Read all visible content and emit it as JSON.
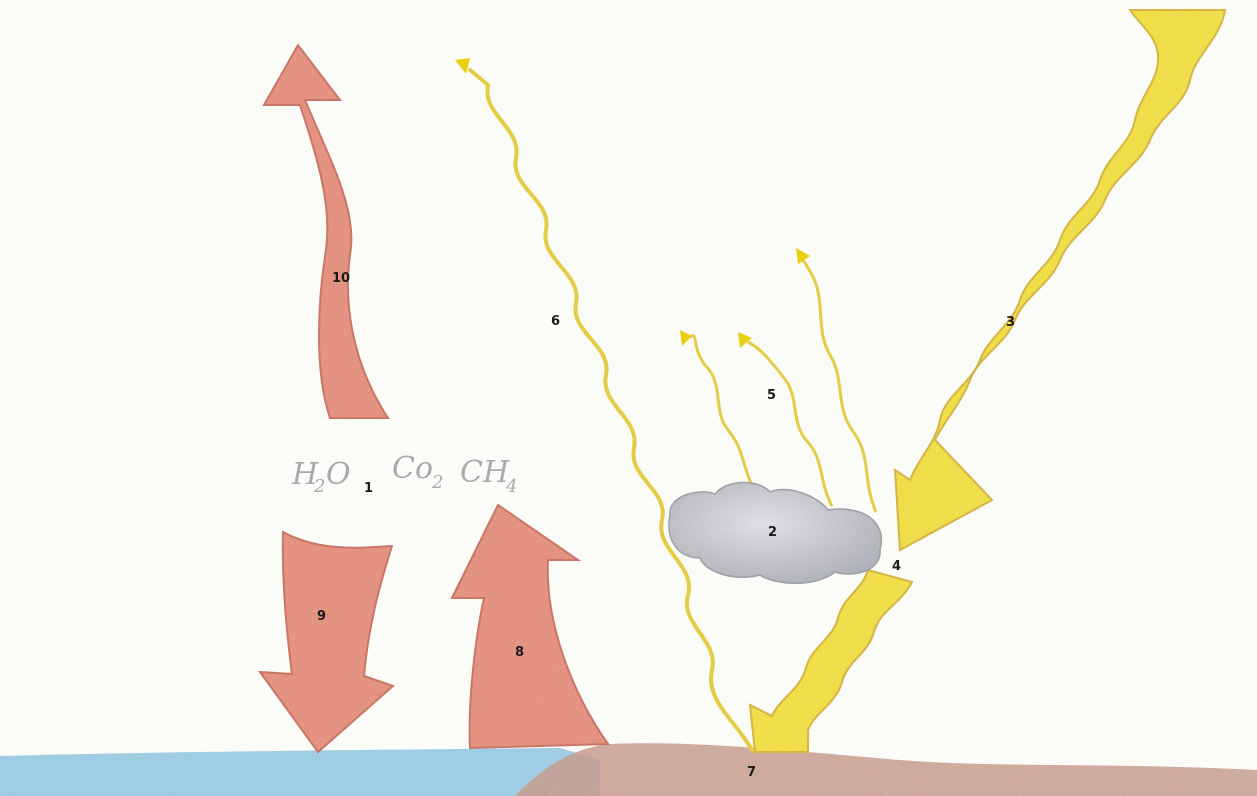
{
  "labels": {
    "n1": "1",
    "n2": "2",
    "n3": "3",
    "n4": "4",
    "n5": "5",
    "n6": "6",
    "n7": "7",
    "n8": "8",
    "n9": "9",
    "n10": "10"
  },
  "gases": {
    "h2o_main": "H",
    "h2o_sub": "2",
    "h2o_end": "O",
    "co2_main": "Co",
    "co2_sub": "2",
    "ch4_main": "CH",
    "ch4_sub": "4"
  },
  "colors": {
    "sunlight": "#f6e21c",
    "sunlight_edge": "#d9b400",
    "infrared": "#e8866f",
    "infrared_edge": "#c9604a",
    "cloud": "#c7c9cf",
    "water": "#8fcbe6",
    "ground": "#c99a88",
    "gas_text": "#a9a9b0"
  }
}
